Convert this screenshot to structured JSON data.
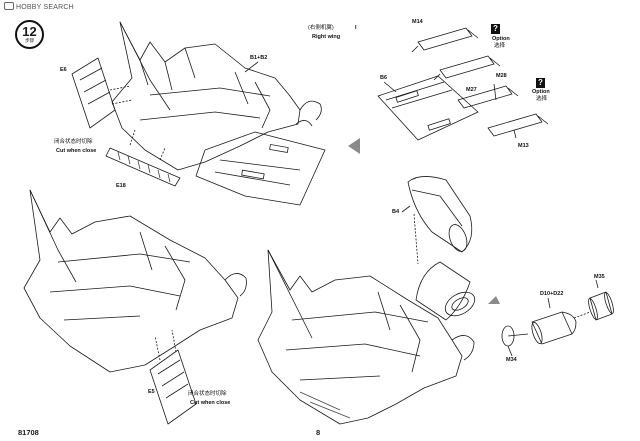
{
  "header": {
    "watermark": "HOBBY SEARCH"
  },
  "step": {
    "number": "12",
    "subtitle": "步骤"
  },
  "top_left": {
    "part_e6": "E6",
    "part_e18": "E18",
    "part_b1b2": "B1+B2",
    "note_cn": "闭合状态时切除",
    "note_en": "Cut when close"
  },
  "right_wing": {
    "title_cn": "(右侧机翼)",
    "marker": "I",
    "title_en": "Right wing",
    "part_b6": "B6",
    "part_m14": "M14",
    "part_m27": "M27",
    "part_m28": "M28",
    "part_m13": "M13",
    "option1_en": "Option",
    "option1_cn": "选择",
    "option2_en": "Option",
    "option2_cn": "选择",
    "option_icon": "?"
  },
  "bottom_left": {
    "part_e5": "E5",
    "note_cn": "闭合状态时切除",
    "note_en": "Cut when close"
  },
  "bottom_right": {
    "part_b4": "B4",
    "part_m35": "M35",
    "part_d10d22": "D10+D22",
    "part_m34": "M34"
  },
  "footer": {
    "kit_number": "81708",
    "page_number": "8"
  },
  "colors": {
    "line": "#1a1a1a",
    "hatch": "#444444",
    "paper": "#ffffff",
    "arrow_fill": "#8a8a8a"
  }
}
